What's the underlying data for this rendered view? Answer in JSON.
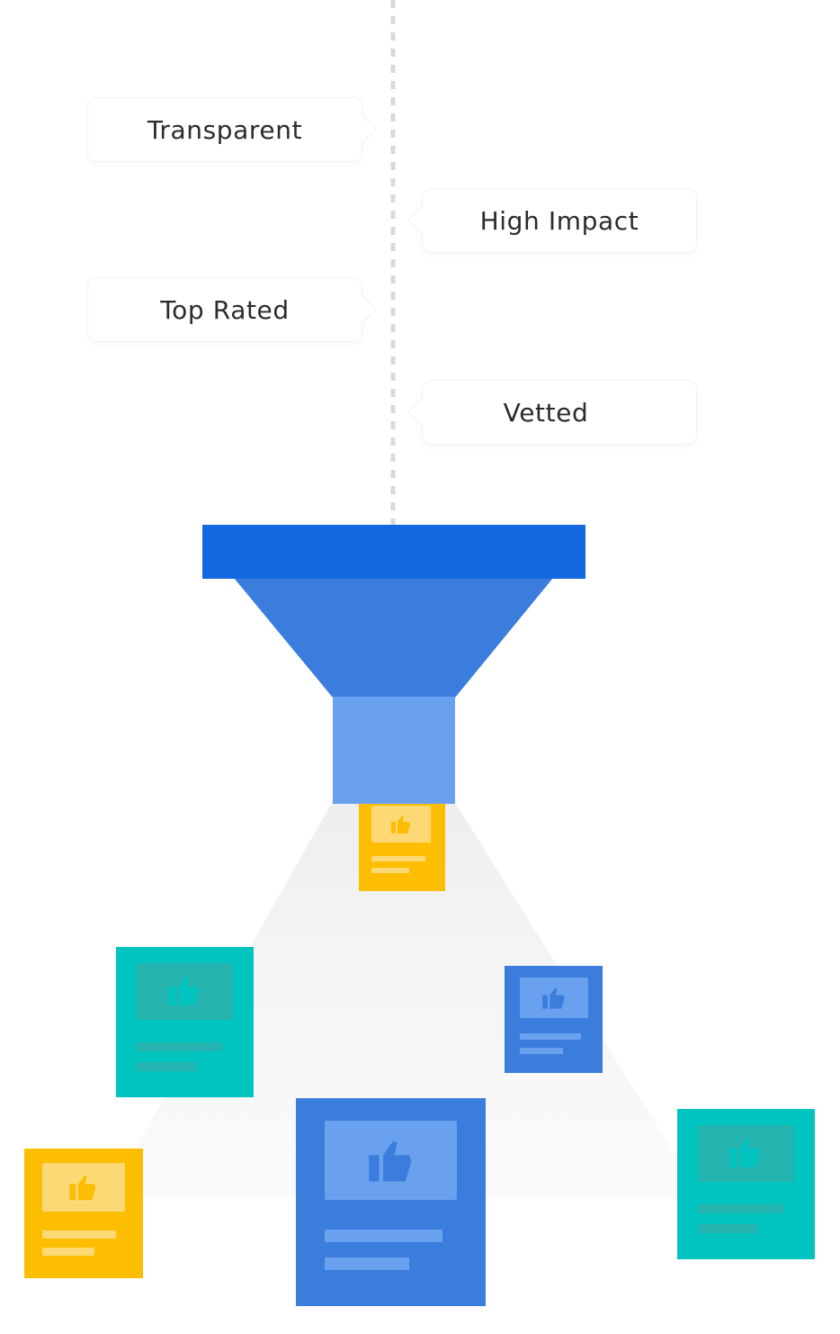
{
  "tags": {
    "transparent": "Transparent",
    "high_impact": "High Impact",
    "top_rated": "Top Rated",
    "vetted": "Vetted"
  },
  "colors": {
    "funnel_rim": "#1569e0",
    "funnel_cone": "#3a7ddd",
    "funnel_spout": "#6aa1ef",
    "card_yellow": "#fdbd00",
    "card_teal": "#00c4bf",
    "card_blue": "#3a7ddd",
    "guide_line": "#d8d8d8",
    "beam": "#f2f2f2"
  },
  "icons": {
    "card_icon": "thumbs-up-icon"
  }
}
